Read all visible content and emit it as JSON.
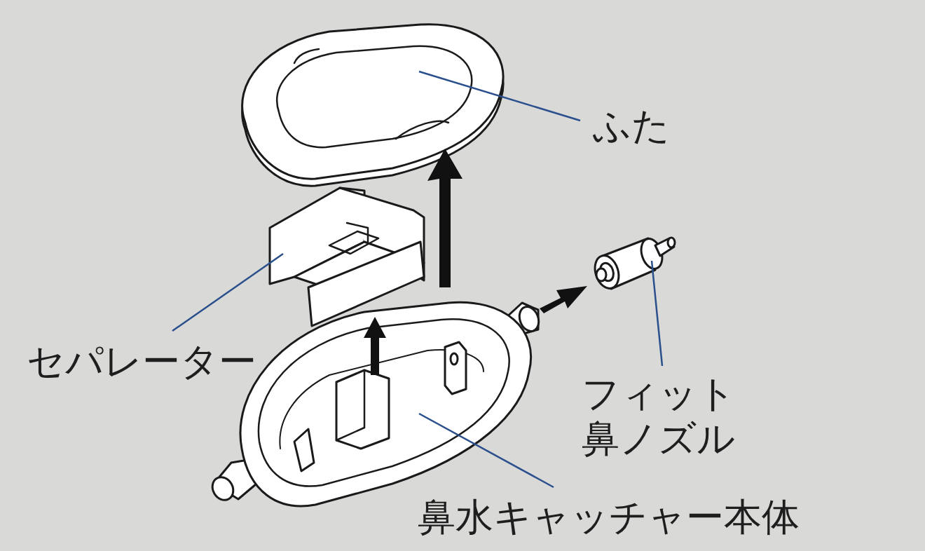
{
  "diagram": {
    "labels": [
      "ふた",
      "セパレーター",
      "フィット 鼻ノズル",
      "鼻水キャッチャー本体"
    ]
  }
}
